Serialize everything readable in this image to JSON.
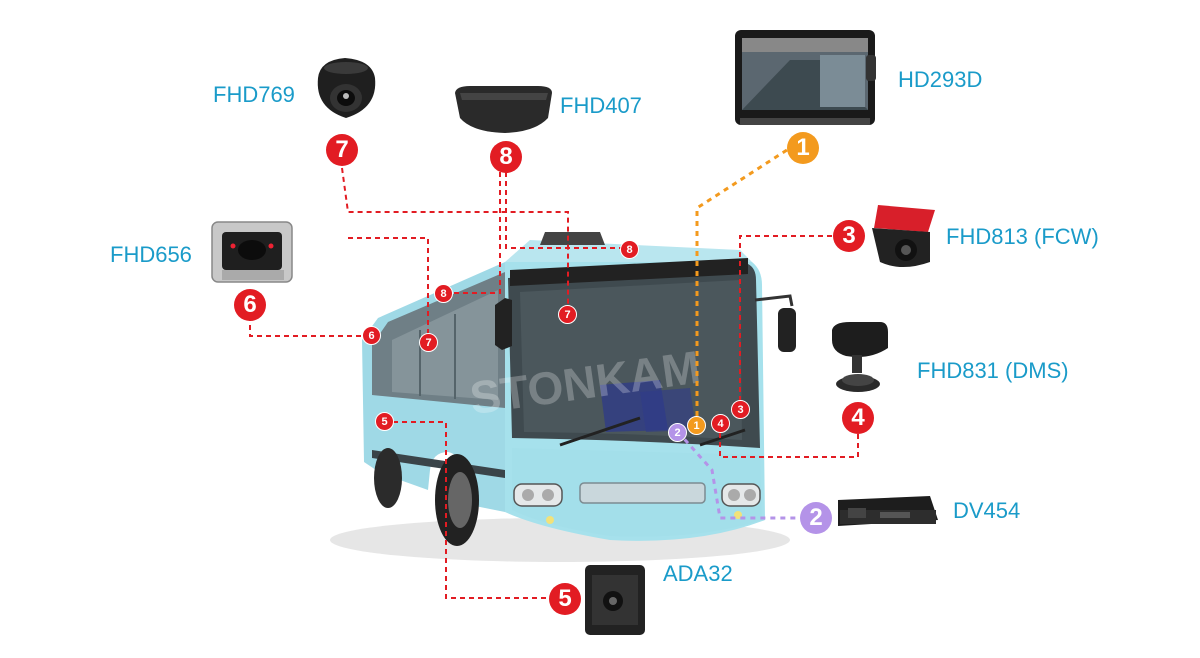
{
  "watermark": "STONKAM",
  "devices": [
    {
      "id": "hd293d",
      "name": "HD293D",
      "number": "1",
      "color": "#f39a1e"
    },
    {
      "id": "dv454",
      "name": "DV454",
      "number": "2",
      "color": "#b493e8"
    },
    {
      "id": "fhd813",
      "name": "FHD813 (FCW)",
      "number": "3",
      "color": "#e21c23"
    },
    {
      "id": "fhd831",
      "name": "FHD831 (DMS)",
      "number": "4",
      "color": "#e21c23"
    },
    {
      "id": "ada32",
      "name": "ADA32",
      "number": "5",
      "color": "#e21c23"
    },
    {
      "id": "fhd656",
      "name": "FHD656",
      "number": "6",
      "color": "#e21c23"
    },
    {
      "id": "fhd769",
      "name": "FHD769",
      "number": "7",
      "color": "#e21c23"
    },
    {
      "id": "fhd407",
      "name": "FHD407",
      "number": "8",
      "color": "#e21c23"
    }
  ],
  "install_points": [
    {
      "number": "1",
      "color": "#f39a1e"
    },
    {
      "number": "2",
      "color": "#b493e8"
    },
    {
      "number": "3",
      "color": "#e21c23"
    },
    {
      "number": "4",
      "color": "#e21c23"
    },
    {
      "number": "5",
      "color": "#e21c23"
    },
    {
      "number": "6",
      "color": "#e21c23"
    },
    {
      "number": "7",
      "color": "#e21c23"
    },
    {
      "number": "7",
      "color": "#e21c23"
    },
    {
      "number": "8",
      "color": "#e21c23"
    },
    {
      "number": "8",
      "color": "#e21c23"
    }
  ]
}
